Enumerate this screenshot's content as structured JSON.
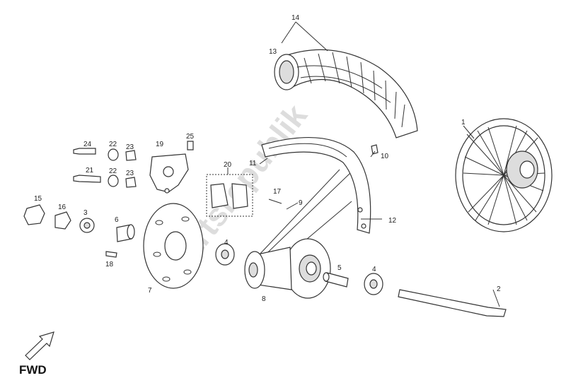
{
  "watermark": "Partsrepublik",
  "direction_label": "FWD",
  "callouts": {
    "c1": "1",
    "c2": "2",
    "c3": "3",
    "c4a": "4",
    "c4b": "4",
    "c5": "5",
    "c6": "6",
    "c7": "7",
    "c8": "8",
    "c9": "9",
    "c10": "10",
    "c11": "11",
    "c12": "12",
    "c13": "13",
    "c14": "14",
    "c15": "15",
    "c16": "16",
    "c17": "17",
    "c18": "18",
    "c19": "19",
    "c20": "20",
    "c21": "21",
    "c22a": "22",
    "c22b": "22",
    "c23a": "23",
    "c23b": "23",
    "c24": "24",
    "c25": "25"
  }
}
